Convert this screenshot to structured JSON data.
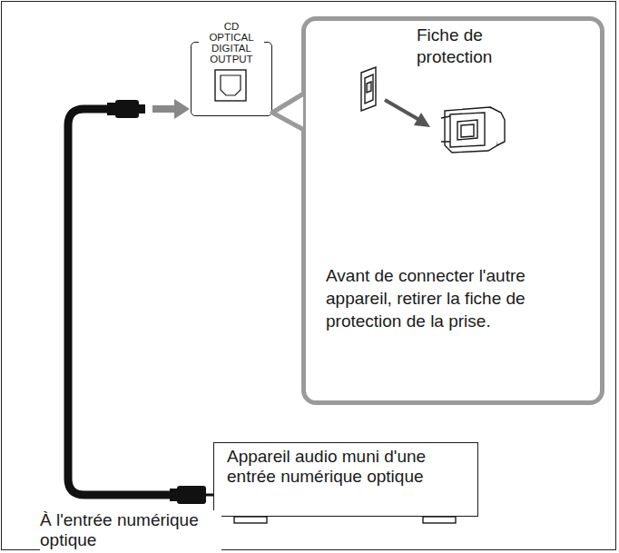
{
  "diagram": {
    "nodes": [
      {
        "text": [
          "CD OPTICAL DIGITAL OUTPUT"
        ]
      },
      {
        "text": [
          "Fiche de protection",
          "Avant de connecter l'autre appareil, retirer la fiche de protection de la prise."
        ]
      },
      {
        "text": [
          "Appareil audio muni d'une entrée numérique optique"
        ]
      }
    ],
    "edges": [
      {
        "from": 2,
        "to": 0,
        "arrow": "to"
      }
    ],
    "labels": [
      "À l'entrée numérique optique"
    ]
  }
}
